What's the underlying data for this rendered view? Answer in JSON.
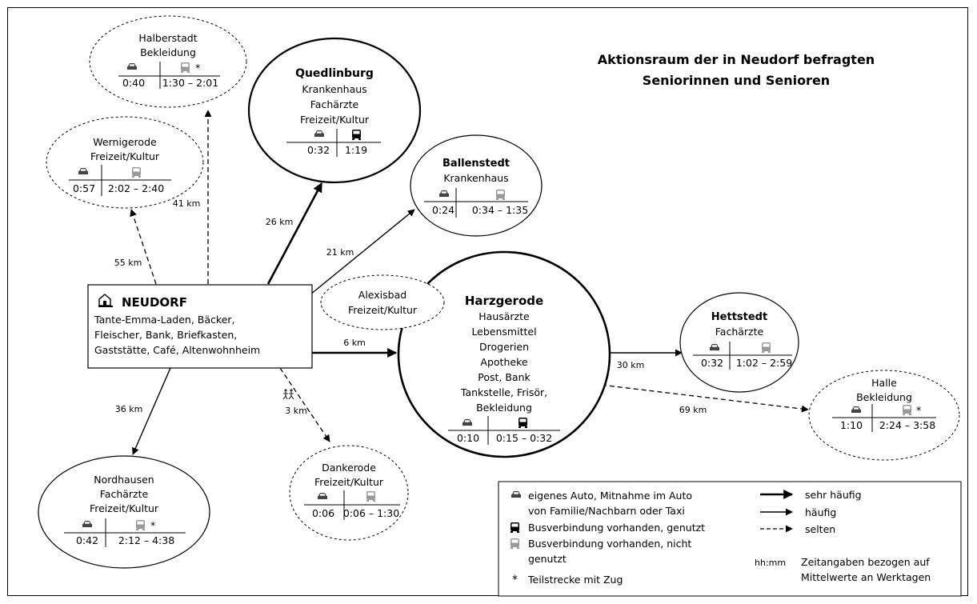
{
  "title": [
    "Aktionsraum der in Neudorf befragten",
    "Seniorinnen und Senioren"
  ],
  "neudorf": {
    "name": "NEUDORF",
    "lines": [
      "Tante-Emma-Laden, Bäcker,",
      "Fleischer, Bank, Briefkasten,",
      "Gaststätte, Café, Altenwohnheim"
    ]
  },
  "destinations": {
    "halberstadt": {
      "name": "Halberstadt",
      "services": [
        "Bekleidung"
      ],
      "car": "0:40",
      "bus": "1:30 – 2:01",
      "train": "*"
    },
    "wernigerode": {
      "name": "Wernigerode",
      "services": [
        "Freizeit/Kultur"
      ],
      "car": "0:57",
      "bus": "2:02 – 2:40"
    },
    "quedlinburg": {
      "name": "Quedlinburg",
      "services": [
        "Krankenhaus",
        "Fachärzte",
        "Freizeit/Kultur"
      ],
      "car": "0:32",
      "bus": "1:19"
    },
    "ballenstedt": {
      "name": "Ballenstedt",
      "services": [
        "Krankenhaus"
      ],
      "car": "0:24",
      "bus": "0:34 – 1:35"
    },
    "alexisbad": {
      "name": "Alexisbad",
      "services": [
        "Freizeit/Kultur"
      ]
    },
    "harzgerode": {
      "name": "Harzgerode",
      "services": [
        "Hausärzte",
        "Lebensmittel",
        "Drogerien",
        "Apotheke",
        "Post, Bank",
        "Tankstelle, Frisör,",
        "Bekleidung"
      ],
      "car": "0:10",
      "bus": "0:15 – 0:32"
    },
    "hettstedt": {
      "name": "Hettstedt",
      "services": [
        "Fachärzte"
      ],
      "car": "0:32",
      "bus": "1:02 – 2:59"
    },
    "halle": {
      "name": "Halle",
      "services": [
        "Bekleidung"
      ],
      "car": "1:10",
      "bus": "2:24 – 3:58",
      "train": "*"
    },
    "nordhausen": {
      "name": "Nordhausen",
      "services": [
        "Fachärzte",
        "Freizeit/Kultur"
      ],
      "car": "0:42",
      "bus": "2:12 – 4:38",
      "train": "*"
    },
    "dankerode": {
      "name": "Dankerode",
      "services": [
        "Freizeit/Kultur"
      ],
      "car": "0:06",
      "bus": "0:06 – 1:30"
    }
  },
  "distances": {
    "halberstadt": "41 km",
    "wernigerode": "55 km",
    "quedlinburg": "26 km",
    "ballenstedt": "21 km",
    "harzgerode": "6 km",
    "hettstedt": "30 km",
    "halle": "69 km",
    "nordhausen": "36 km",
    "dankerode": "3 km"
  },
  "legend": {
    "car": [
      "eigenes Auto, Mitnahme im Auto",
      "von Familie/Nachbarn oder Taxi"
    ],
    "bus_used": "Busverbindung vorhanden, genutzt",
    "bus_unused": [
      "Busverbindung vorhanden, nicht",
      "genutzt"
    ],
    "train": "Teilstrecke mit Zug",
    "freq_very": "sehr häufig",
    "freq": "häufig",
    "freq_rare": "selten",
    "time_label": "hh:mm",
    "time_note": [
      "Zeitangaben bezogen auf",
      "Mittelwerte an Werktagen"
    ]
  },
  "colors": {
    "bus_used": "#000000",
    "bus_unused": "#9a9a9a",
    "car": "#444444"
  }
}
